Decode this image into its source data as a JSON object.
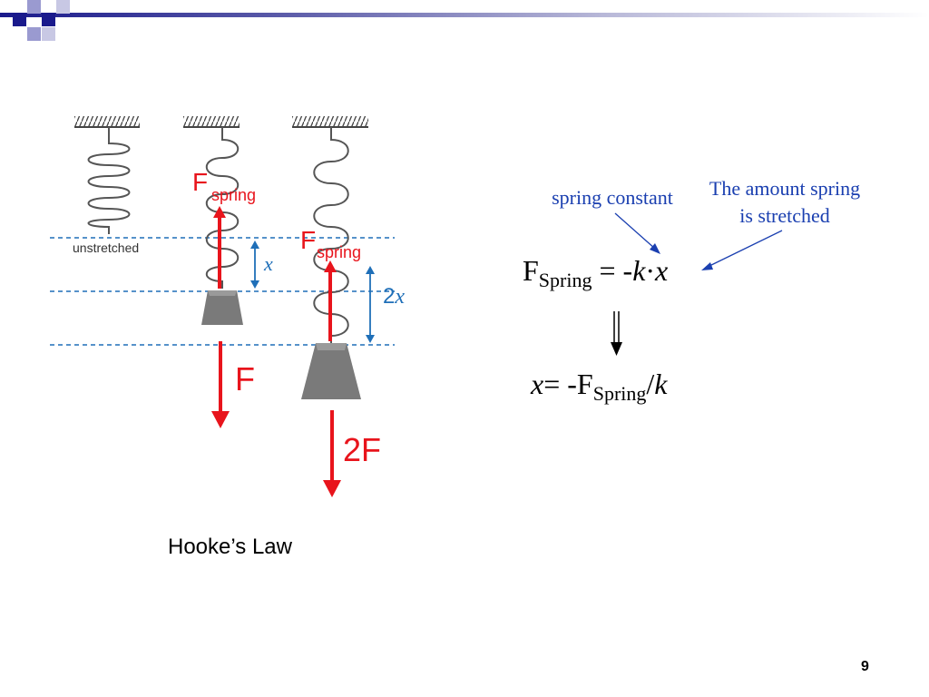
{
  "diagram": {
    "label_unstretched": "unstretched",
    "label_f_main": "F",
    "label_f_sub": "spring",
    "label_f2_main": "F",
    "label_f2_sub": "spring",
    "label_x": "x",
    "label_2x_num": "2",
    "label_2x_var": "x",
    "label_force": "F",
    "label_2force": "2F"
  },
  "caption": "Hooke’s Law",
  "annotations": {
    "spring_constant": "spring constant",
    "amount_stretched_line1": "The amount spring",
    "amount_stretched_line2": "is stretched"
  },
  "equation1": {
    "lhs": "F",
    "lhs_sub": "Spring",
    "eq": " = -",
    "k": "k",
    "dot": "·",
    "x": "x"
  },
  "equation2": {
    "x": "x",
    "eq": "= -F",
    "sub": "Spring",
    "slash": "/",
    "k": "k"
  },
  "page_number": "9",
  "colors": {
    "force_red": "#e8141c",
    "measure_blue": "#1f6fb8",
    "annot_blue": "#1a3fb0",
    "mass_gray": "#7a7a7a",
    "header_navy": "#1a1a8c"
  }
}
